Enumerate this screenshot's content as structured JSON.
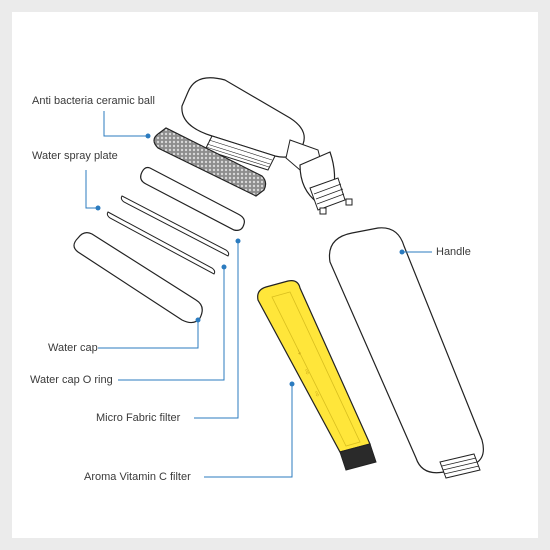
{
  "labels": {
    "ceramic_ball": "Anti bacteria ceramic ball",
    "spray_plate": "Water spray plate",
    "water_cap": "Water cap",
    "water_cap_o_ring": "Water cap O ring",
    "micro_fabric_filter": "Micro Fabric filter",
    "aroma_filter": "Aroma Vitamin C filter",
    "handle": "Handle"
  },
  "colors": {
    "leader_line": "#2b7bbf",
    "outline": "#222222",
    "vitamin_filter": "#ffe63a",
    "ceramic_ball": "#9a9a9a"
  }
}
